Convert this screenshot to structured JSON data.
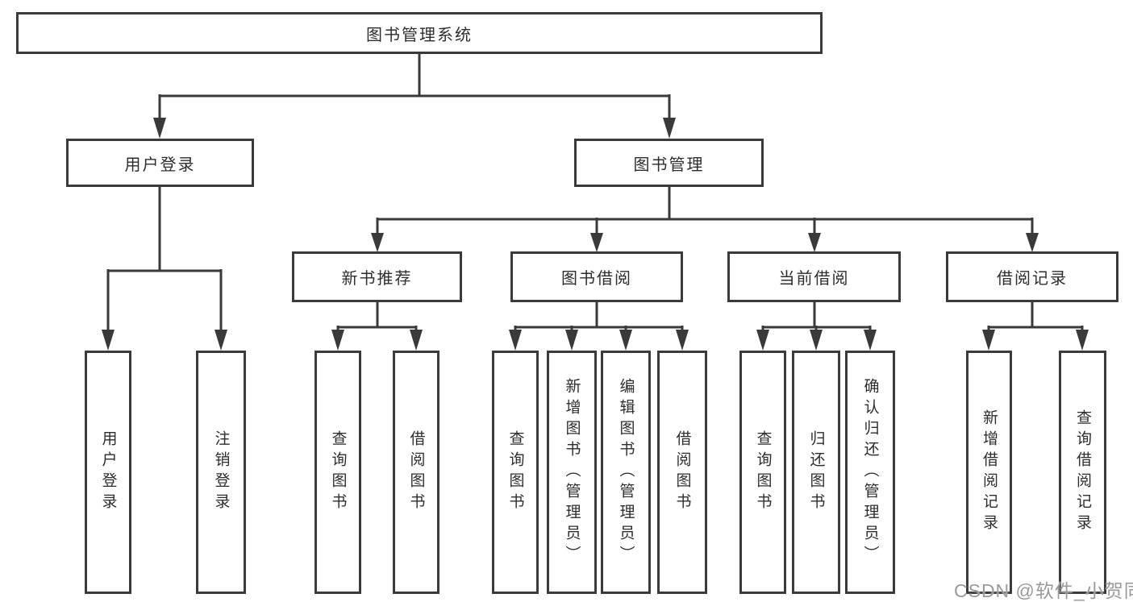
{
  "tree": {
    "root": "图书管理系统",
    "user_login": {
      "label": "用户登录",
      "children": [
        "用户登录",
        "注销登录"
      ]
    },
    "book_mgmt": {
      "label": "图书管理",
      "children": {
        "new_book_rec": {
          "label": "新书推荐",
          "children": [
            "查询图书",
            "借阅图书"
          ]
        },
        "book_borrow": {
          "label": "图书借阅",
          "children": [
            "查询图书",
            "新增图书（管理员）",
            "编辑图书（管理员）",
            "借阅图书"
          ]
        },
        "current_borrow": {
          "label": "当前借阅",
          "children": [
            "查询图书",
            "归还图书",
            "确认归还（管理员）"
          ]
        },
        "borrow_records": {
          "label": "借阅记录",
          "children": [
            "新增借阅记录",
            "查询借阅记录"
          ]
        }
      }
    }
  },
  "watermark": "CSDN @软件_小贺同学",
  "colors": {
    "line": "#3a3a3a",
    "text": "#2d2d2d",
    "box_background": "#ffffff",
    "watermark": "#9a9a9a"
  }
}
